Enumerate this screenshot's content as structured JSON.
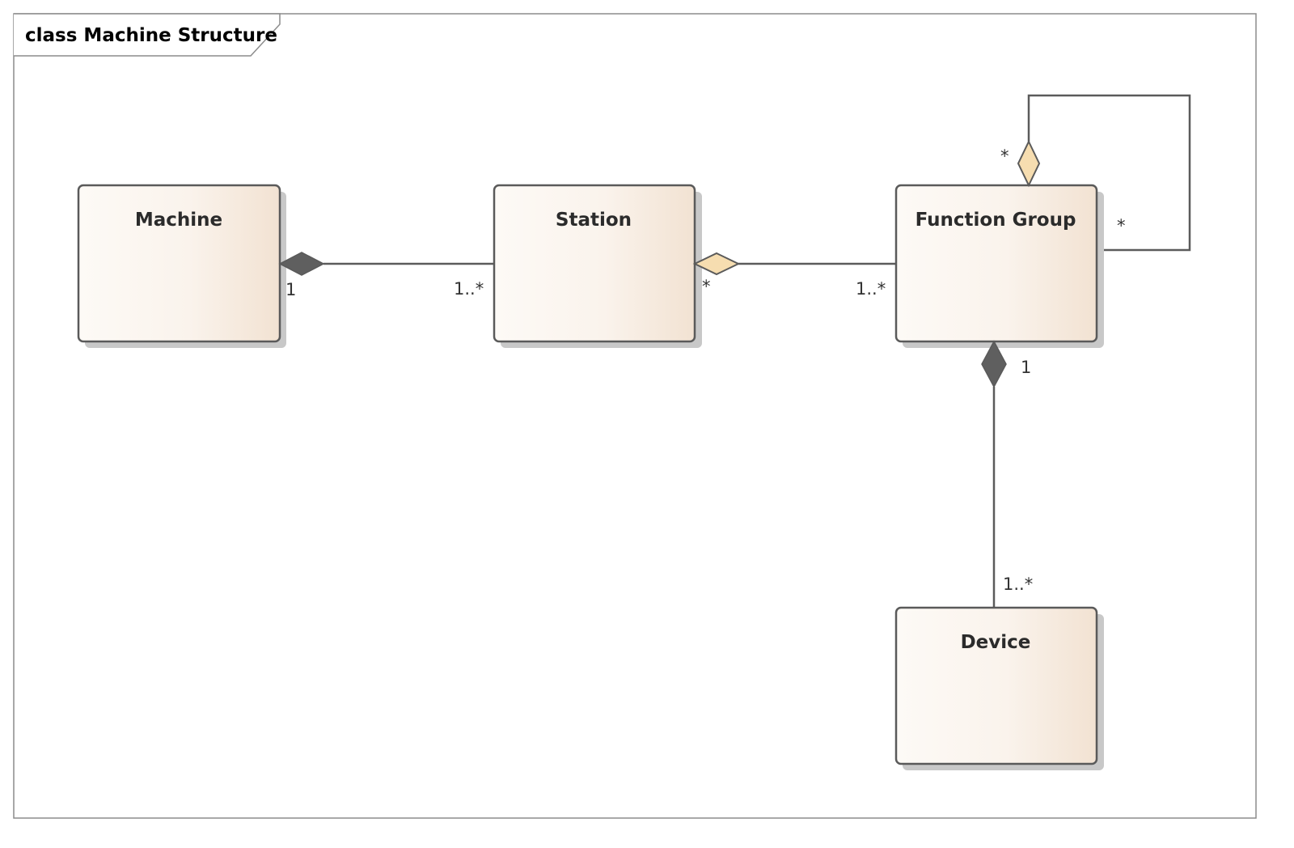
{
  "frame": {
    "title": "class Machine Structure"
  },
  "classes": {
    "machine": "Machine",
    "station": "Station",
    "function_group": "Function Group",
    "device": "Device"
  },
  "multiplicities": {
    "machine_station_source": "1",
    "machine_station_target": "1..*",
    "station_fg_source": "*",
    "station_fg_target": "1..*",
    "fg_self_top": "*",
    "fg_self_right": "*",
    "fg_device_source": "1",
    "fg_device_target": "1..*"
  },
  "relationships": [
    {
      "from": "Machine",
      "to": "Station",
      "kind": "composition"
    },
    {
      "from": "Station",
      "to": "Function Group",
      "kind": "aggregation"
    },
    {
      "from": "Function Group",
      "to": "Function Group",
      "kind": "aggregation"
    },
    {
      "from": "Function Group",
      "to": "Device",
      "kind": "composition"
    }
  ],
  "colors": {
    "class_fill_light": "#fdfaf6",
    "class_fill_dark": "#f2e2d2",
    "border": "#5a5a5a",
    "aggregation_fill": "#f6ddb0",
    "composition_fill": "#5f5f5f",
    "shadow": "#c8c8c8"
  }
}
